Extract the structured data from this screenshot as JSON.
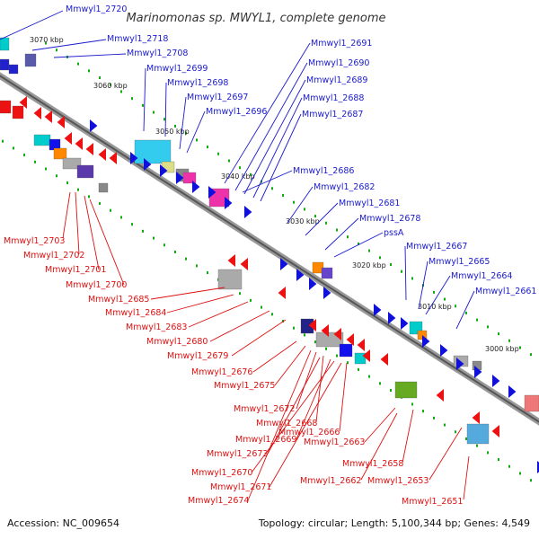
{
  "title": "Marinomonas sp. MWYL1, complete genome",
  "accession": "Accession: NC_009654",
  "topology": "Topology: circular; Length: 5,100,344 bp; Genes: 4,549",
  "colors": {
    "forward": "#1010dd",
    "reverse": "#ee1111",
    "backbone": "#777777",
    "gc_dot": "#11aa11"
  },
  "kbp_ticks": [
    "3070 kbp",
    "3060 kbp",
    "3050 kbp",
    "3040 kbp",
    "3030 kbp",
    "3020 kbp",
    "3010 kbp",
    "3000 kbp"
  ],
  "blue_labels": [
    "Mmwyl1_2720",
    "Mmwyl1_2718",
    "Mmwyl1_2708",
    "Mmwyl1_2699",
    "Mmwyl1_2698",
    "Mmwyl1_2697",
    "Mmwyl1_2696",
    "Mmwyl1_2691",
    "Mmwyl1_2690",
    "Mmwyl1_2689",
    "Mmwyl1_2688",
    "Mmwyl1_2687",
    "Mmwyl1_2686",
    "Mmwyl1_2682",
    "Mmwyl1_2681",
    "Mmwyl1_2678",
    "pssA",
    "Mmwyl1_2667",
    "Mmwyl1_2665",
    "Mmwyl1_2664",
    "Mmwyl1_2661"
  ],
  "red_labels": [
    "Mmwyl1_2703",
    "Mmwyl1_2702",
    "Mmwyl1_2701",
    "Mmwyl1_2700",
    "Mmwyl1_2685",
    "Mmwyl1_2684",
    "Mmwyl1_2683",
    "Mmwyl1_2680",
    "Mmwyl1_2679",
    "Mmwyl1_2676",
    "Mmwyl1_2675",
    "Mmwyl1_2672",
    "Mmwyl1_2668",
    "Mmwyl1_2669",
    "Mmwyl1_2666",
    "Mmwyl1_2663",
    "Mmwyl1_2673",
    "Mmwyl1_2670",
    "Mmwyl1_2671",
    "Mmwyl1_2674",
    "Mmwyl1_2658",
    "Mmwyl1_2662",
    "Mmwyl1_2653",
    "Mmwyl1_2651"
  ]
}
